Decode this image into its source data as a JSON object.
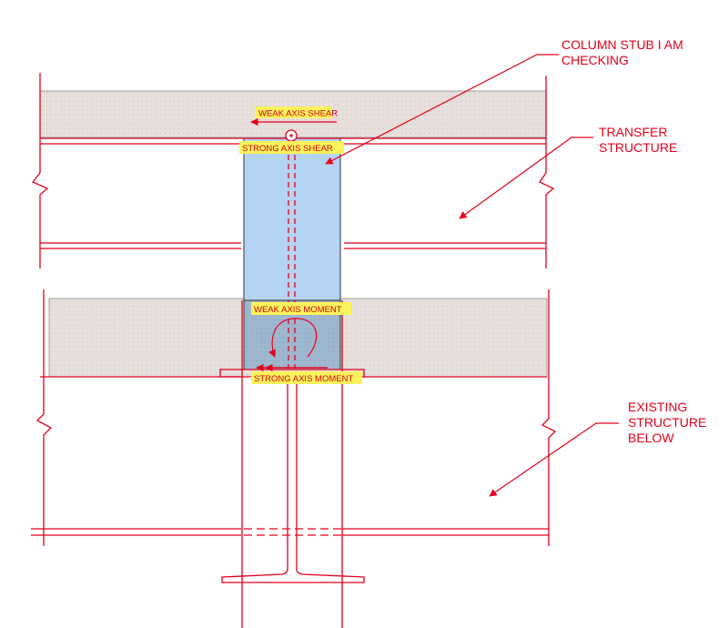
{
  "callouts": {
    "column_stub": [
      "COLUMN STUB I AM",
      "CHECKING"
    ],
    "transfer": [
      "TRANSFER",
      "STRUCTURE"
    ],
    "existing": [
      "EXISTING",
      "STRUCTURE",
      "BELOW"
    ]
  },
  "tags": {
    "weak_shear": "WEAK AXIS SHEAR",
    "strong_shear": "STRONG AXIS SHEAR",
    "weak_moment": "WEAK AXIS MOMENT",
    "strong_moment": "STRONG AXIS MOMENT"
  },
  "colors": {
    "line": "#e3001b",
    "slab_fill": "#e6dedb",
    "column_fill": "#b5d3f3",
    "tag_fill": "#fbf35a"
  }
}
